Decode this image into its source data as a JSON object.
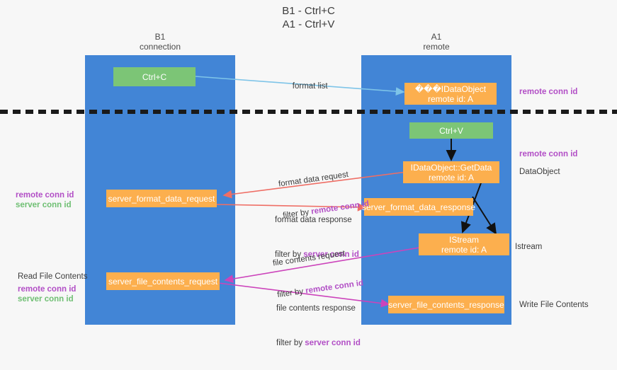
{
  "title": "B1 - Ctrl+C\nA1 - Ctrl+V",
  "columns": [
    {
      "name": "B1",
      "role": "connection",
      "header": "B1\nconnection"
    },
    {
      "name": "A1",
      "role": "remote",
      "header": "A1\nremote"
    }
  ],
  "colors": {
    "lane": "#4285d6",
    "green_box": "#7cc576",
    "orange_box": "#fcaf4e",
    "background": "#f7f7f7",
    "remote_conn_id": "#b24fc6",
    "server_conn_id": "#6fbf73",
    "arrow_format_list": "#7ec4e8",
    "arrow_format_data": "#ef6e65",
    "arrow_file_contents": "#cc44bb",
    "arrow_black": "#000000",
    "divider": "#1a1a1a"
  },
  "boxes": {
    "ctrl_c": {
      "label": "Ctrl+C",
      "kind": "green"
    },
    "data_object_remote": {
      "line1": "���IDataObject",
      "line2": "remote id: A",
      "kind": "orange"
    },
    "ctrl_v": {
      "label": "Ctrl+V",
      "kind": "green"
    },
    "get_data": {
      "line1": "IDataObject::GetData",
      "line2": "remote id: A",
      "kind": "orange"
    },
    "server_format_data_request": {
      "label": "server_format_data_request",
      "kind": "orange"
    },
    "server_format_data_response": {
      "label": "server_format_data_response",
      "kind": "orange"
    },
    "istream": {
      "line1": "IStream",
      "line2": "remote id: A",
      "kind": "orange"
    },
    "server_file_contents_request": {
      "label": "server_file_contents_request",
      "kind": "orange"
    },
    "server_file_contents_response": {
      "label": "server_file_contents_response",
      "kind": "orange"
    }
  },
  "edge_labels": {
    "format_list": {
      "text": "format list"
    },
    "format_data_request": {
      "line1": "format data request",
      "prefix": "filter by ",
      "highlight": "remote conn id"
    },
    "format_data_response": {
      "line1": "format data response",
      "prefix": "filter by ",
      "highlight": "server conn id"
    },
    "file_contents_request": {
      "line1": "file contents request",
      "prefix": "filter by ",
      "highlight": "remote conn id"
    },
    "file_contents_response": {
      "line1": "file contents response",
      "prefix": "filter by ",
      "highlight": "server conn id"
    }
  },
  "right_labels": {
    "remote_conn_id_top": "remote conn id",
    "remote_conn_id_mid": "remote conn id",
    "data_object": "DataObject",
    "istream": "Istream",
    "write_file_contents": "Write File Contents"
  },
  "left_labels": {
    "remote_conn_id_mid": "remote conn id",
    "server_conn_id_mid": "server conn id",
    "read_file_contents": "Read File Contents",
    "remote_conn_id_bottom": "remote conn id",
    "server_conn_id_bottom": "server conn id"
  }
}
